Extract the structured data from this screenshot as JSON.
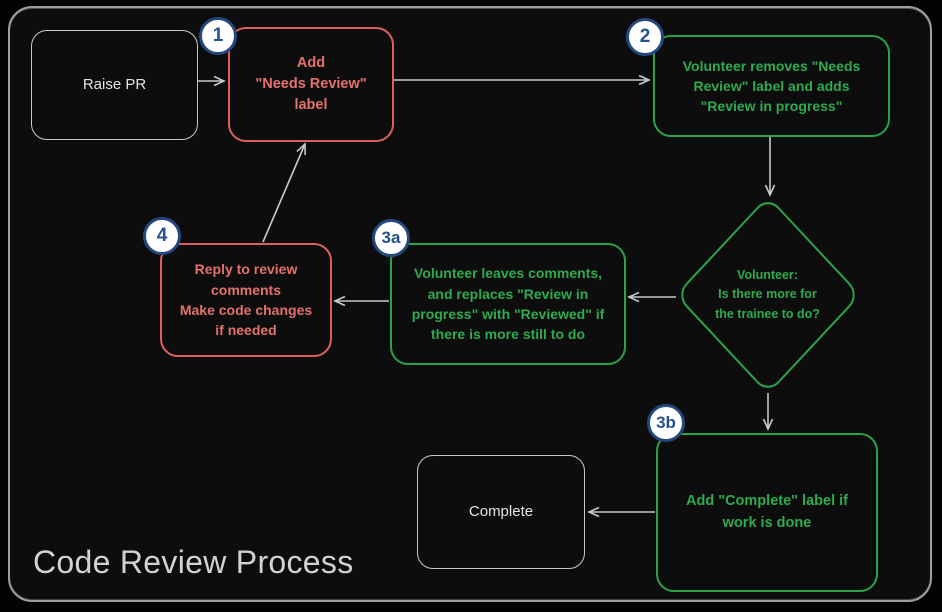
{
  "diagram": {
    "title": "Code Review Process",
    "nodes": {
      "raise_pr": {
        "label": "Raise PR"
      },
      "step1": {
        "badge": "1",
        "line1": "Add",
        "line2": "\"Needs Review\"",
        "line3": "label"
      },
      "step2": {
        "badge": "2",
        "line1": "Volunteer removes \"Needs",
        "line2": "Review\" label and adds",
        "line3": "\"Review in progress\""
      },
      "decision": {
        "line1": "Volunteer:",
        "line2": "Is there more for",
        "line3": "the trainee to do?"
      },
      "step3a": {
        "badge": "3a",
        "line1": "Volunteer leaves comments,",
        "line2": "and replaces \"Review in",
        "line3": "progress\" with \"Reviewed\" if",
        "line4": "there is more still to do"
      },
      "step4": {
        "badge": "4",
        "line1": "Reply to review",
        "line2": "comments",
        "line3": "Make code changes",
        "line4": "if needed"
      },
      "step3b": {
        "badge": "3b",
        "line1": "Add \"Complete\" label if",
        "line2": "work is done"
      },
      "complete": {
        "label": "Complete"
      }
    },
    "colors": {
      "background": "#0d0d0d",
      "frame_border": "#9e9e9e",
      "red_node": "#dd605e",
      "red_text": "#e5716d",
      "green_node": "#2aa34a",
      "green_text": "#2eab4f",
      "plain_node_border": "#c9c9c9",
      "plain_text": "#e5e5e5",
      "arrow": "#c9c9c9",
      "badge_border": "#24497e",
      "badge_text": "#26518e",
      "badge_fill": "#ffffff",
      "title_text": "#d2d2d2"
    }
  }
}
